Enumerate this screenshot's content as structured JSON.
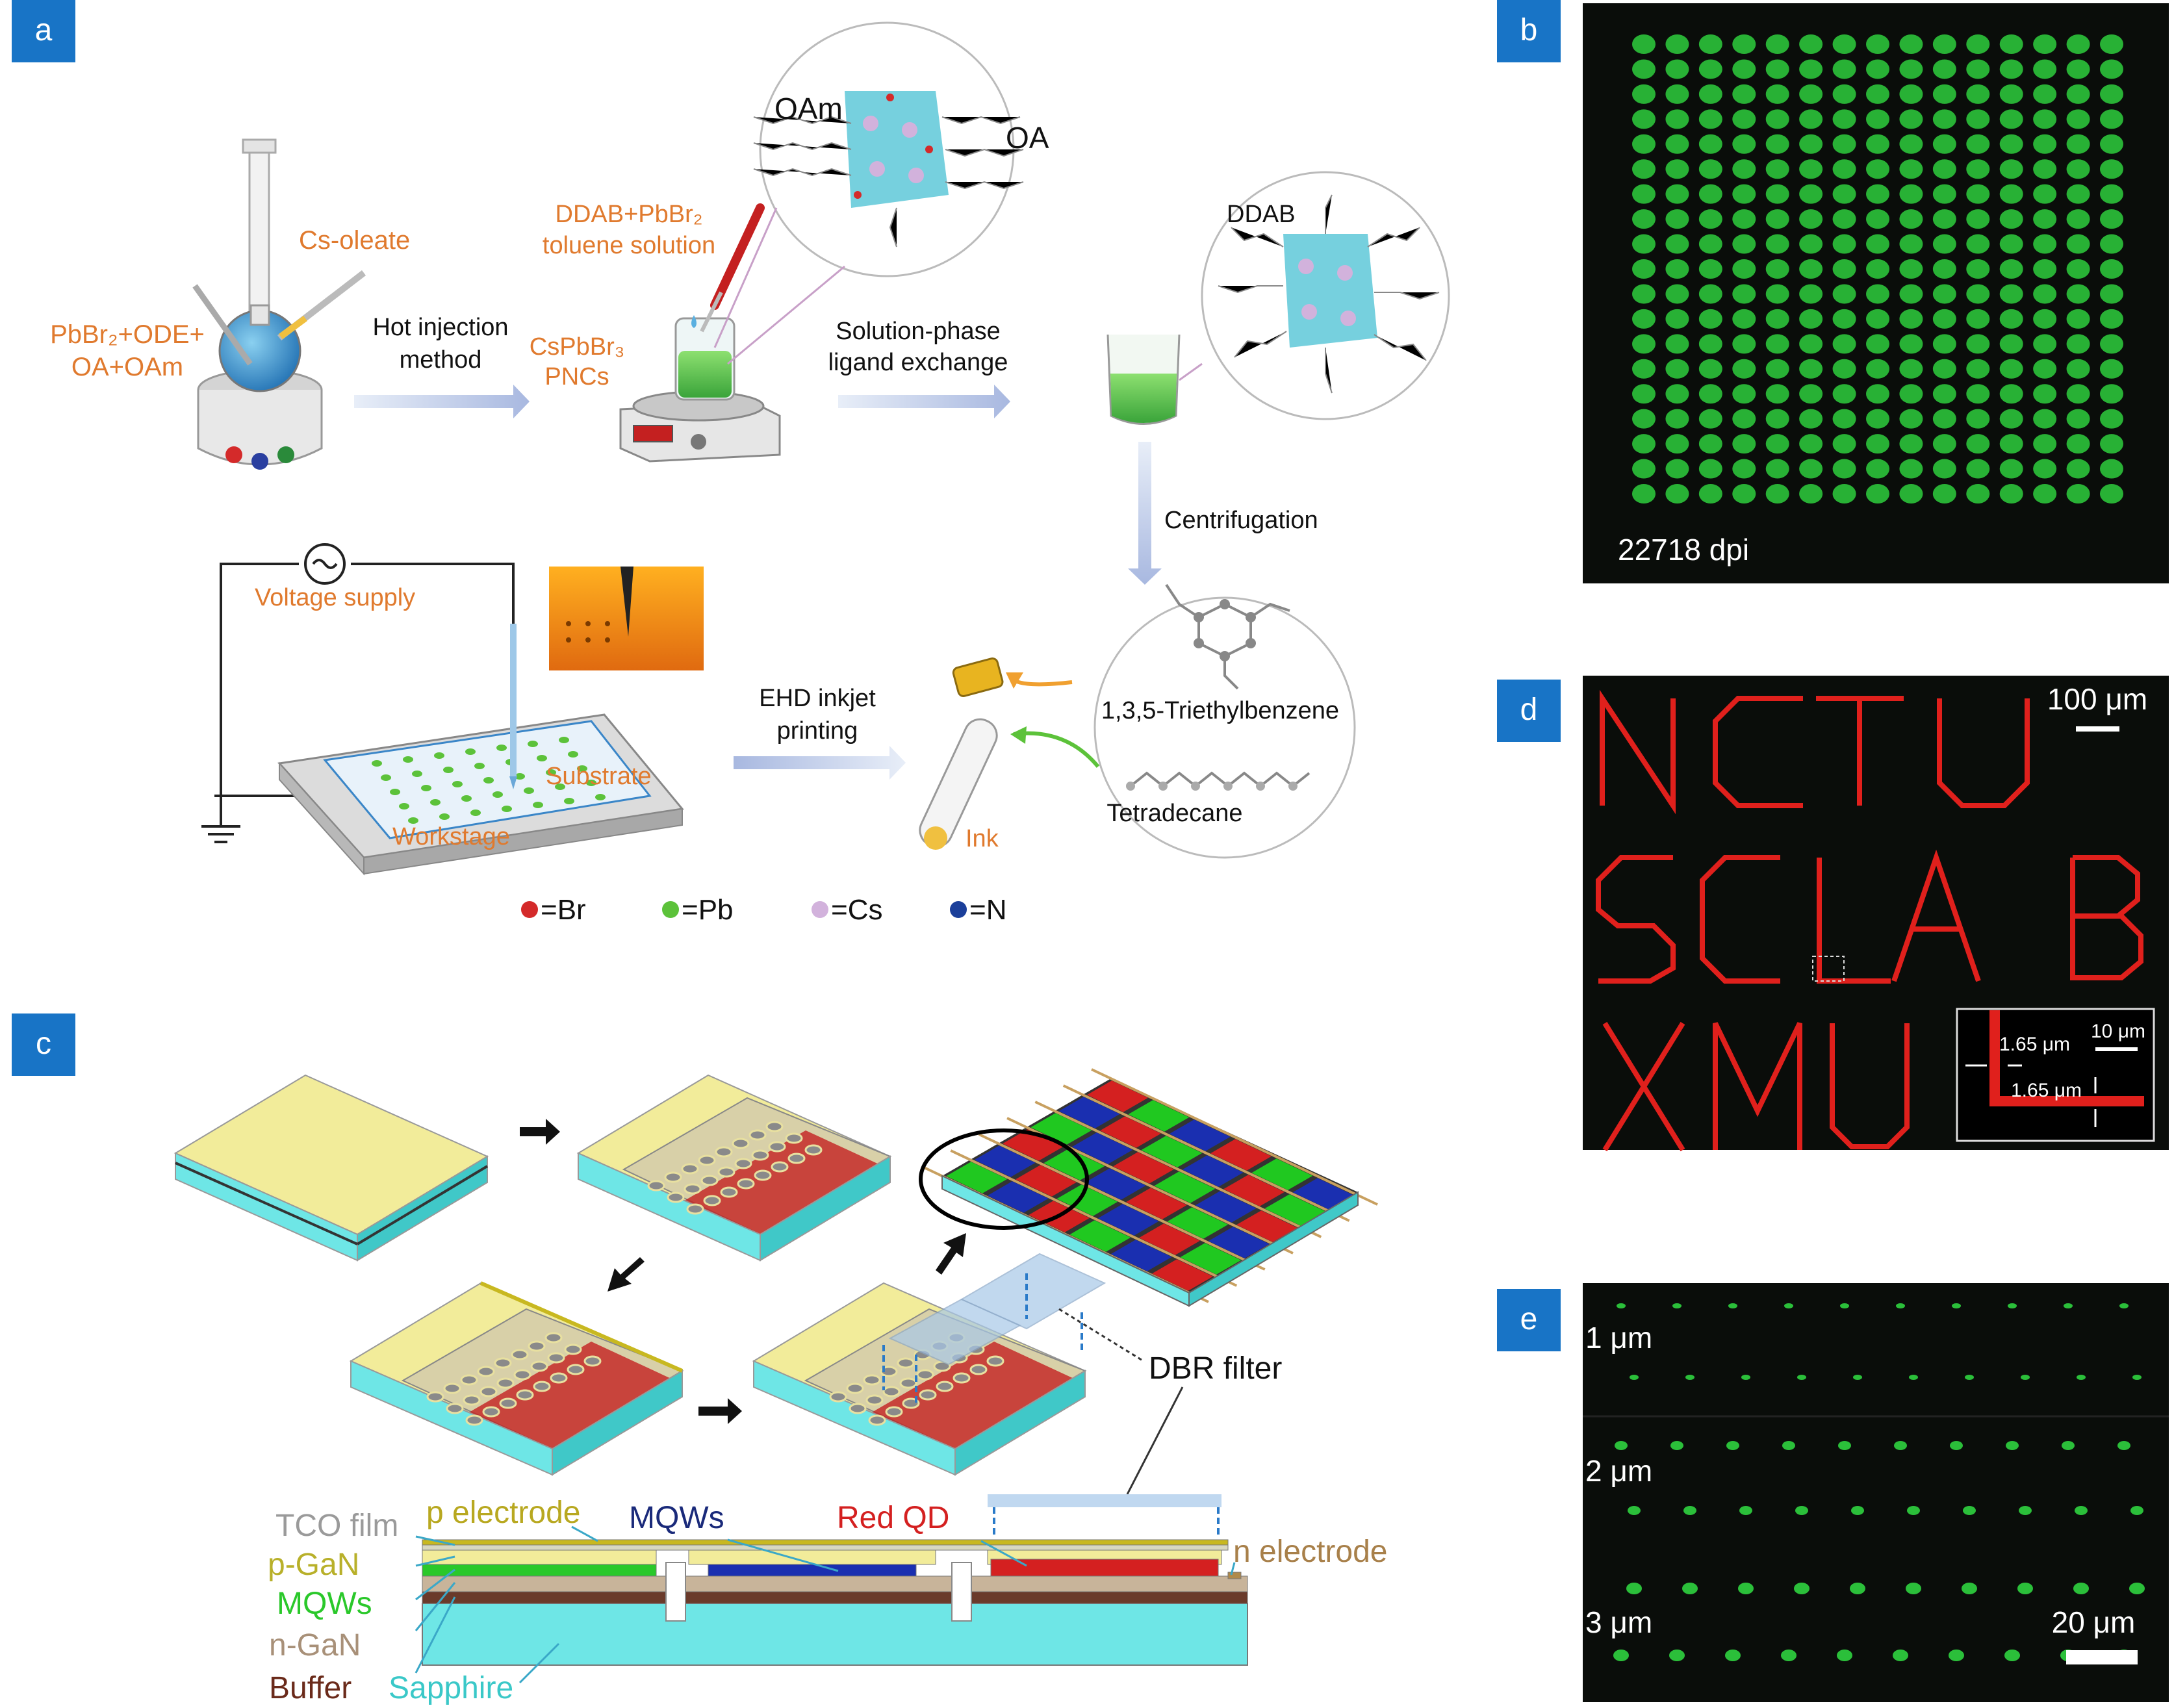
{
  "colors": {
    "panel_label_bg": "#1874c6",
    "orange_text": "#e07a2e",
    "pnc_cyan": "#5ec8d8",
    "pixel_green": "#2bbf3a",
    "dark_panel": "#0a0d0a",
    "red_line": "#e0201c",
    "red_qd": "#d42020",
    "blue_mqw": "#1a2fb0",
    "sapphire": "#6ee6e6"
  },
  "panel_labels": [
    "a",
    "b",
    "c",
    "d",
    "e"
  ],
  "panel_a": {
    "reactant_label_line1": "PbBr₂+ODE+",
    "reactant_label_line2": "OA+OAm",
    "cs_oleate": "Cs-oleate",
    "hot_injection_line1": "Hot injection",
    "hot_injection_line2": "method",
    "ddab_pbbr2_line1": "DDAB+PbBr₂",
    "ddab_pbbr2_line2": "toluene solution",
    "cspbbr3_line1": "CsPbBr₃",
    "cspbbr3_line2": "PNCs",
    "oam": "OAm",
    "oa": "OA",
    "ligand_exchange_line1": "Solution-phase",
    "ligand_exchange_line2": "ligand exchange",
    "ddab": "DDAB",
    "centrifugation": "Centrifugation",
    "triethylbenzene": "1,3,5-Triethylbenzene",
    "tetradecane": "Tetradecane",
    "ink": "Ink",
    "ehd_line1": "EHD inkjet",
    "ehd_line2": "printing",
    "voltage_supply": "Voltage supply",
    "substrate": "Substrate",
    "workstage": "Workstage",
    "legend": [
      {
        "label": "=Br",
        "color": "#d42a2a"
      },
      {
        "label": "=Pb",
        "color": "#5cc23a"
      },
      {
        "label": "=Cs",
        "color": "#d2b2dc"
      },
      {
        "label": "=N",
        "color": "#1b3f9a"
      }
    ]
  },
  "panel_b": {
    "dpi_label": "22718 dpi",
    "grid_rows": 19,
    "grid_cols": 15
  },
  "panel_c": {
    "dbr_filter": "DBR filter",
    "tco_film": "TCO film",
    "p_electrode": "p electrode",
    "mqws_top": "MQWs",
    "red_qd": "Red QD",
    "n_electrode": "n electrode",
    "p_gan": "p-GaN",
    "mqws_left": "MQWs",
    "n_gan": "n-GaN",
    "buffer": "Buffer",
    "sapphire": "Sapphire"
  },
  "panel_d": {
    "scale_bar": "100 μm",
    "row1": "NCTU",
    "row2": "SCLAB",
    "row3": "XMU",
    "inset_scale": "10 μm",
    "inset_width1": "1.65 μm",
    "inset_width2": "1.65 μm"
  },
  "panel_e": {
    "row_labels": [
      "1 μm",
      "2 μm",
      "3 μm"
    ],
    "scale_bar": "20 μm"
  }
}
